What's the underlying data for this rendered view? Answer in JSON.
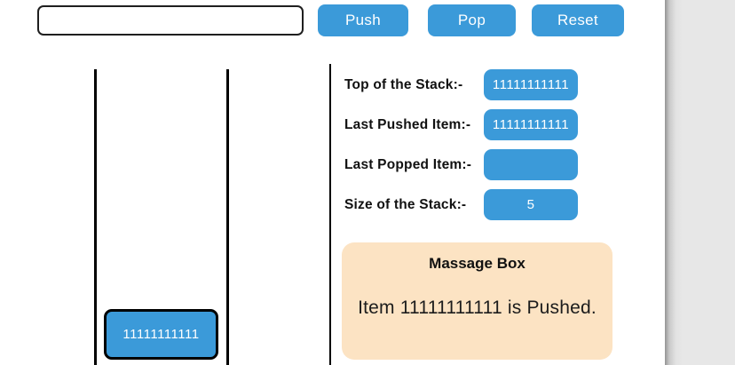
{
  "toolbar": {
    "input": {
      "value": "",
      "placeholder": ""
    },
    "push_label": "Push",
    "pop_label": "Pop",
    "reset_label": "Reset"
  },
  "stack": {
    "items": [
      {
        "value": "11111111111"
      }
    ]
  },
  "info": {
    "rows": [
      {
        "label": "Top of the Stack:-",
        "value": "11111111111"
      },
      {
        "label": "Last Pushed Item:-",
        "value": "11111111111"
      },
      {
        "label": "Last Popped Item:-",
        "value": ""
      },
      {
        "label": "Size of the Stack:-",
        "value": "5"
      }
    ]
  },
  "message_box": {
    "title": "Massage Box",
    "text": "Item 11111111111 is Pushed."
  },
  "colors": {
    "accent_blue": "#3b9ad9",
    "message_bg": "#fce3c3",
    "border_black": "#000000"
  }
}
